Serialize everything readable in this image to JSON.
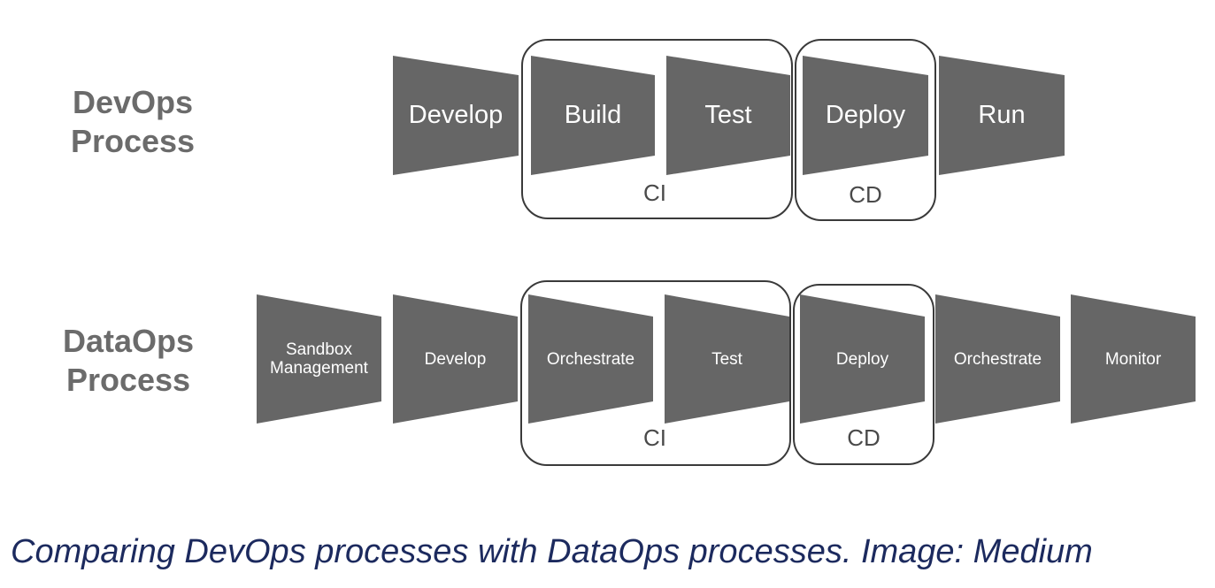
{
  "devops": {
    "title_line1": "DevOps",
    "title_line2": "Process",
    "stages": [
      "Develop",
      "Build",
      "Test",
      "Deploy",
      "Run"
    ],
    "ci_label": "CI",
    "cd_label": "CD"
  },
  "dataops": {
    "title_line1": "DataOps",
    "title_line2": "Process",
    "stages": [
      "Sandbox Management",
      "Develop",
      "Orchestrate",
      "Test",
      "Deploy",
      "Orchestrate",
      "Monitor"
    ],
    "ci_label": "CI",
    "cd_label": "CD"
  },
  "caption": "Comparing DevOps processes with DataOps processes. Image: Medium",
  "colors": {
    "stage_fill": "#666666",
    "caption": "#1c2a5e"
  }
}
